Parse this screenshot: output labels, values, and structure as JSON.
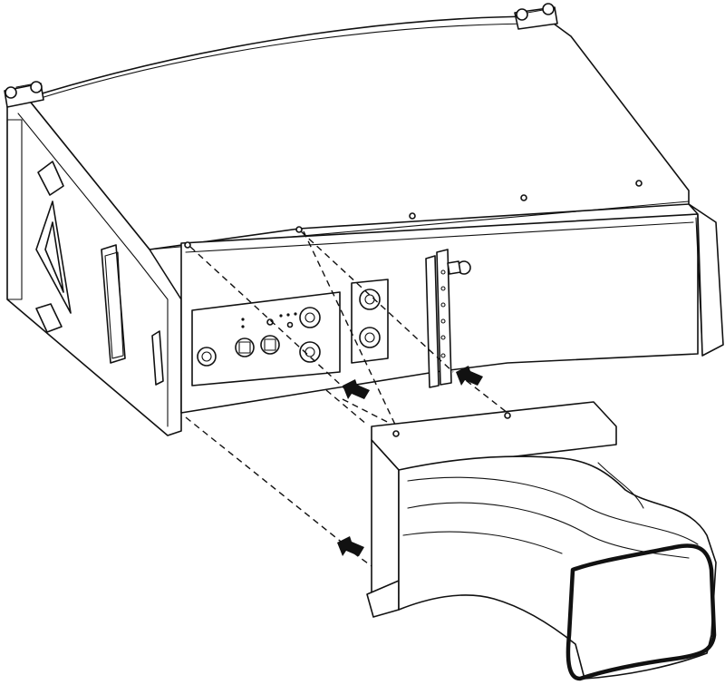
{
  "figure": {
    "kind": "assembly-diagram",
    "line_color": "#111111",
    "background_color": "#ffffff",
    "parts": [
      {
        "name": "speaker-cabinet",
        "icon": "line-array-cabinet"
      },
      {
        "name": "connector-panel",
        "icon": "connector-plate"
      },
      {
        "name": "rigging-bracket",
        "icon": "rigging-bar"
      },
      {
        "name": "cover-hood",
        "icon": "protective-cover"
      }
    ],
    "arrows": [
      {
        "name": "insert-arrow-1",
        "direction": "up-left"
      },
      {
        "name": "insert-arrow-2",
        "direction": "up-left"
      },
      {
        "name": "insert-arrow-3",
        "direction": "up-left"
      }
    ]
  }
}
